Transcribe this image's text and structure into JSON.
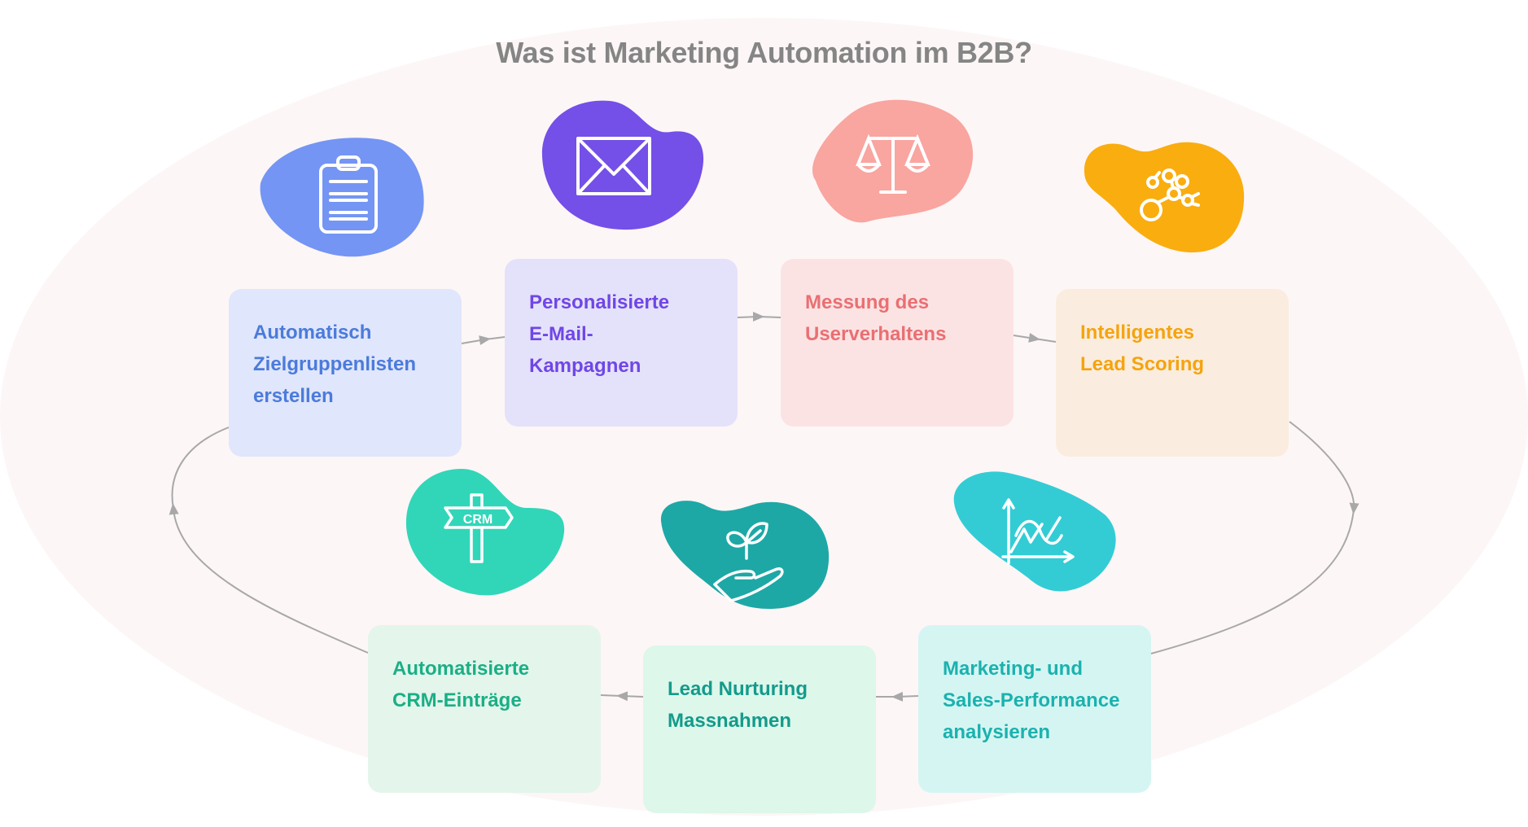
{
  "title": "Was ist Marketing Automation im B2B?",
  "colors": {
    "background_ellipse": "#fdf6f6",
    "title": "#858585",
    "connector": "#a8a8a8"
  },
  "steps": [
    {
      "label": "Automatisch\nZielgruppenlisten\nerstellen",
      "icon": "clipboard-icon",
      "blob_color": "#7495F3",
      "box_color": "#E0E6FB",
      "text_color": "#4B7BDB"
    },
    {
      "label": "Personalisierte\nE-Mail-\nKampagnen",
      "icon": "envelope-icon",
      "blob_color": "#744FE8",
      "box_color": "#E4E2FA",
      "text_color": "#7046E6"
    },
    {
      "label": "Messung des\nUserverhaltens",
      "icon": "scales-icon",
      "blob_color": "#F9A5A0",
      "box_color": "#FBE3E4",
      "text_color": "#EA6F72"
    },
    {
      "label": "Intelligentes\nLead Scoring",
      "icon": "molecule-network-icon",
      "blob_color": "#F9AD0F",
      "box_color": "#FAEDDF",
      "text_color": "#F5A30E"
    },
    {
      "label": "Marketing- und\nSales-Performance\nanalysieren",
      "icon": "line-chart-icon",
      "blob_color": "#33CCD5",
      "box_color": "#D5F5F3",
      "text_color": "#1BB2AE"
    },
    {
      "label": "Lead Nurturing\nMassnahmen",
      "icon": "plant-in-hand-icon",
      "blob_color": "#1DA8A6",
      "box_color": "#DDF7EA",
      "text_color": "#139B8C"
    },
    {
      "label": "Automatisierte\nCRM-Einträge",
      "icon": "crm-signpost-icon",
      "blob_color": "#31D6B8",
      "box_color": "#E4F5EC",
      "text_color": "#1AAF85"
    }
  ],
  "icons": {
    "crm_sign_text": "CRM"
  }
}
